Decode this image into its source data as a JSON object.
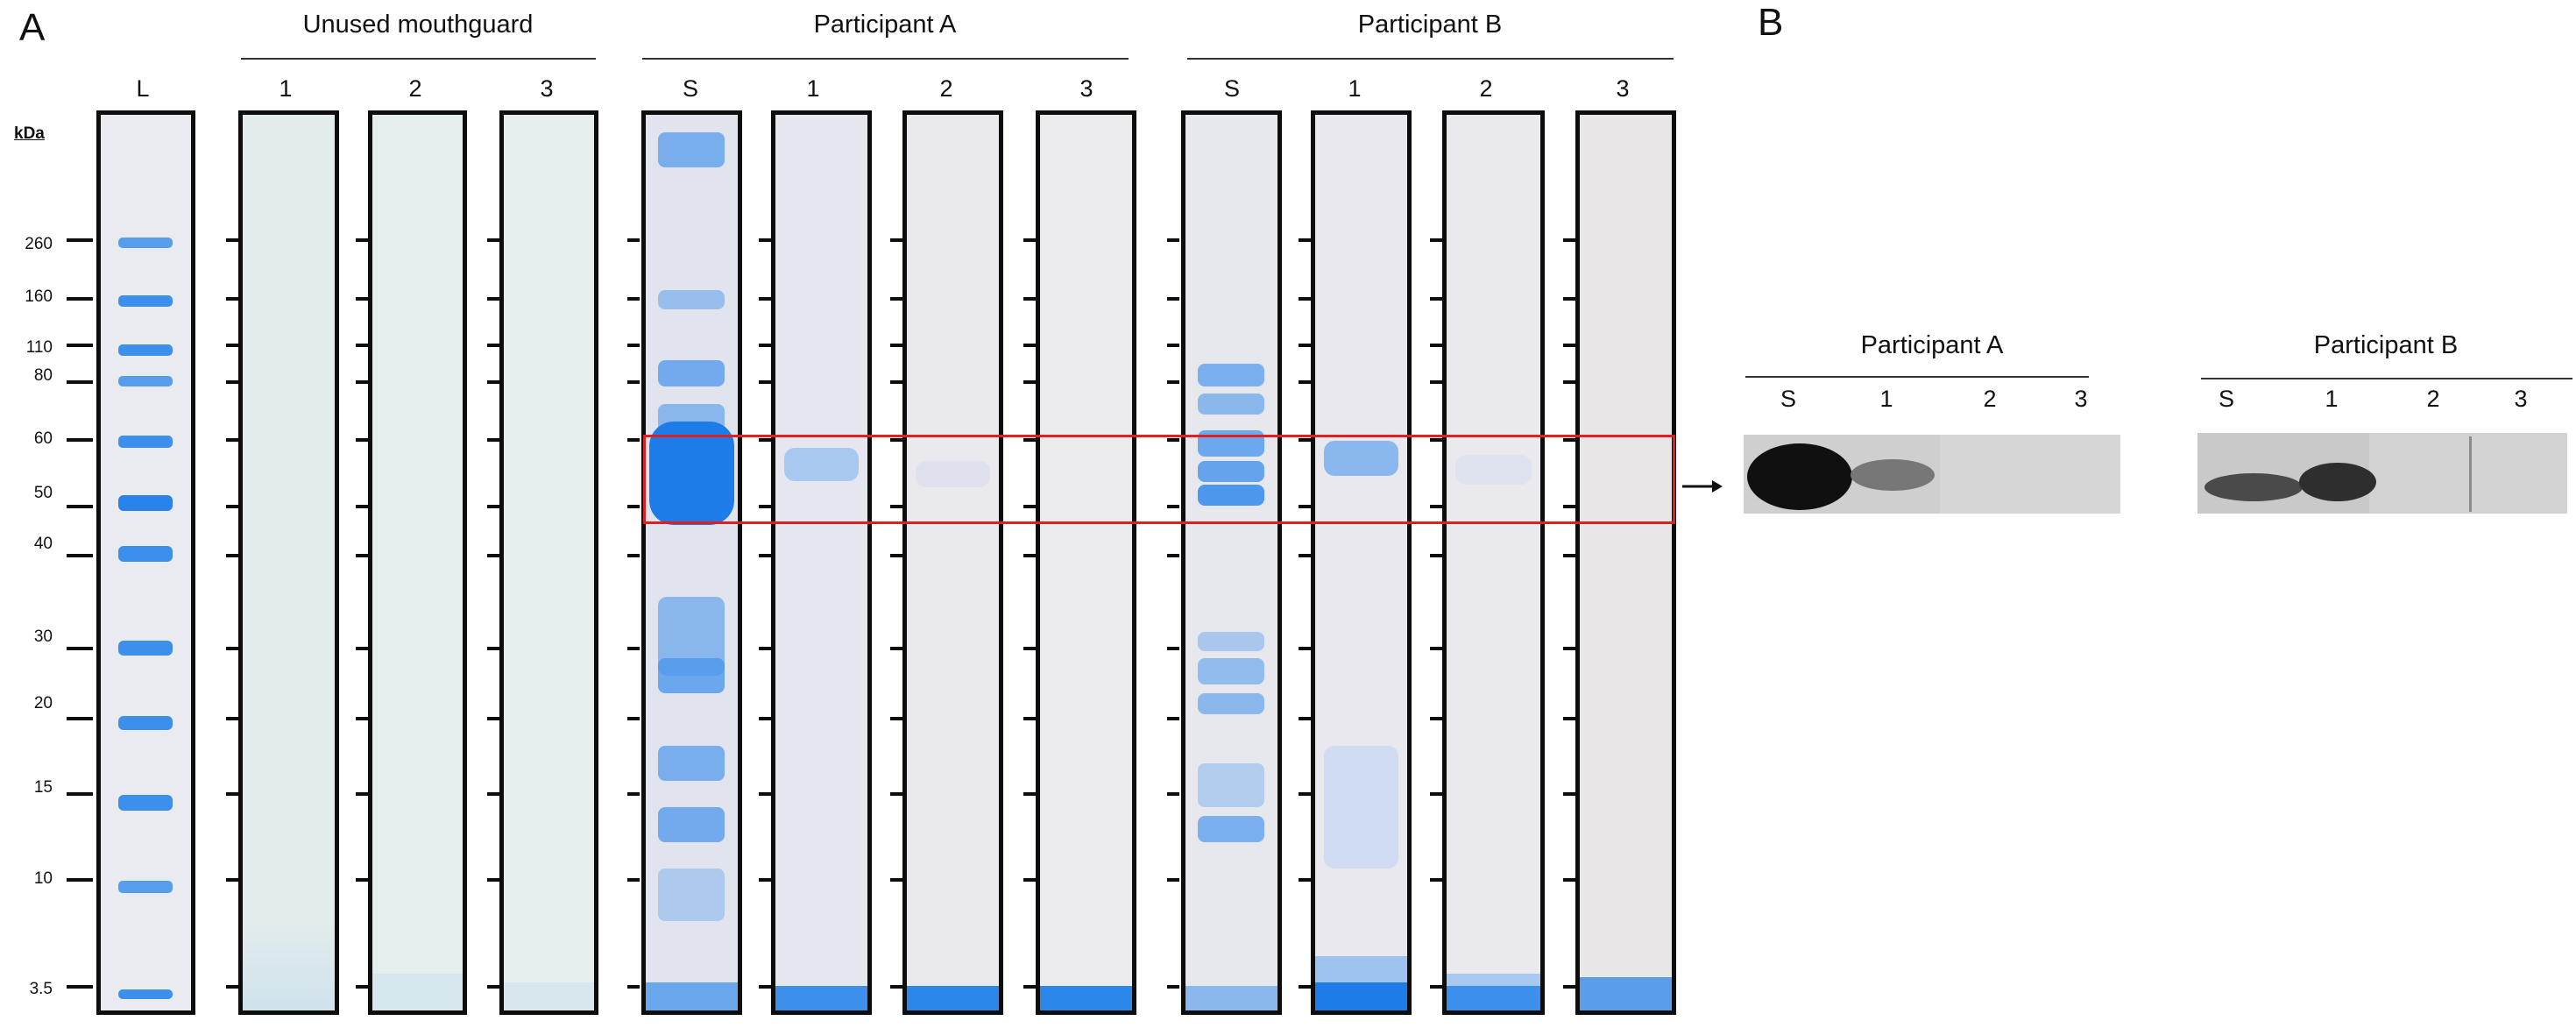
{
  "panelA": {
    "letter": "A",
    "kda_title": "kDa",
    "ladder_label": "L",
    "markers": [
      "260",
      "160",
      "110",
      "80",
      "60",
      "50",
      "40",
      "30",
      "20",
      "15",
      "10",
      "3.5"
    ],
    "groups": [
      {
        "title": "Unused mouthguard",
        "lanes": [
          "1",
          "2",
          "3"
        ]
      },
      {
        "title": "Participant A",
        "lanes": [
          "S",
          "1",
          "2",
          "3"
        ]
      },
      {
        "title": "Participant B",
        "lanes": [
          "S",
          "1",
          "2",
          "3"
        ]
      }
    ]
  },
  "panelB": {
    "letter": "B",
    "blots": [
      {
        "title": "Participant A",
        "lanes": [
          "S",
          "1",
          "2",
          "3"
        ]
      },
      {
        "title": "Participant B",
        "lanes": [
          "S",
          "1",
          "2",
          "3"
        ]
      }
    ]
  },
  "colors": {
    "lane_border": "#0d0d0d",
    "highlight_box": "#e02020",
    "stain_blue": "#1e7fe6",
    "gel_background": "#eef0ee"
  }
}
